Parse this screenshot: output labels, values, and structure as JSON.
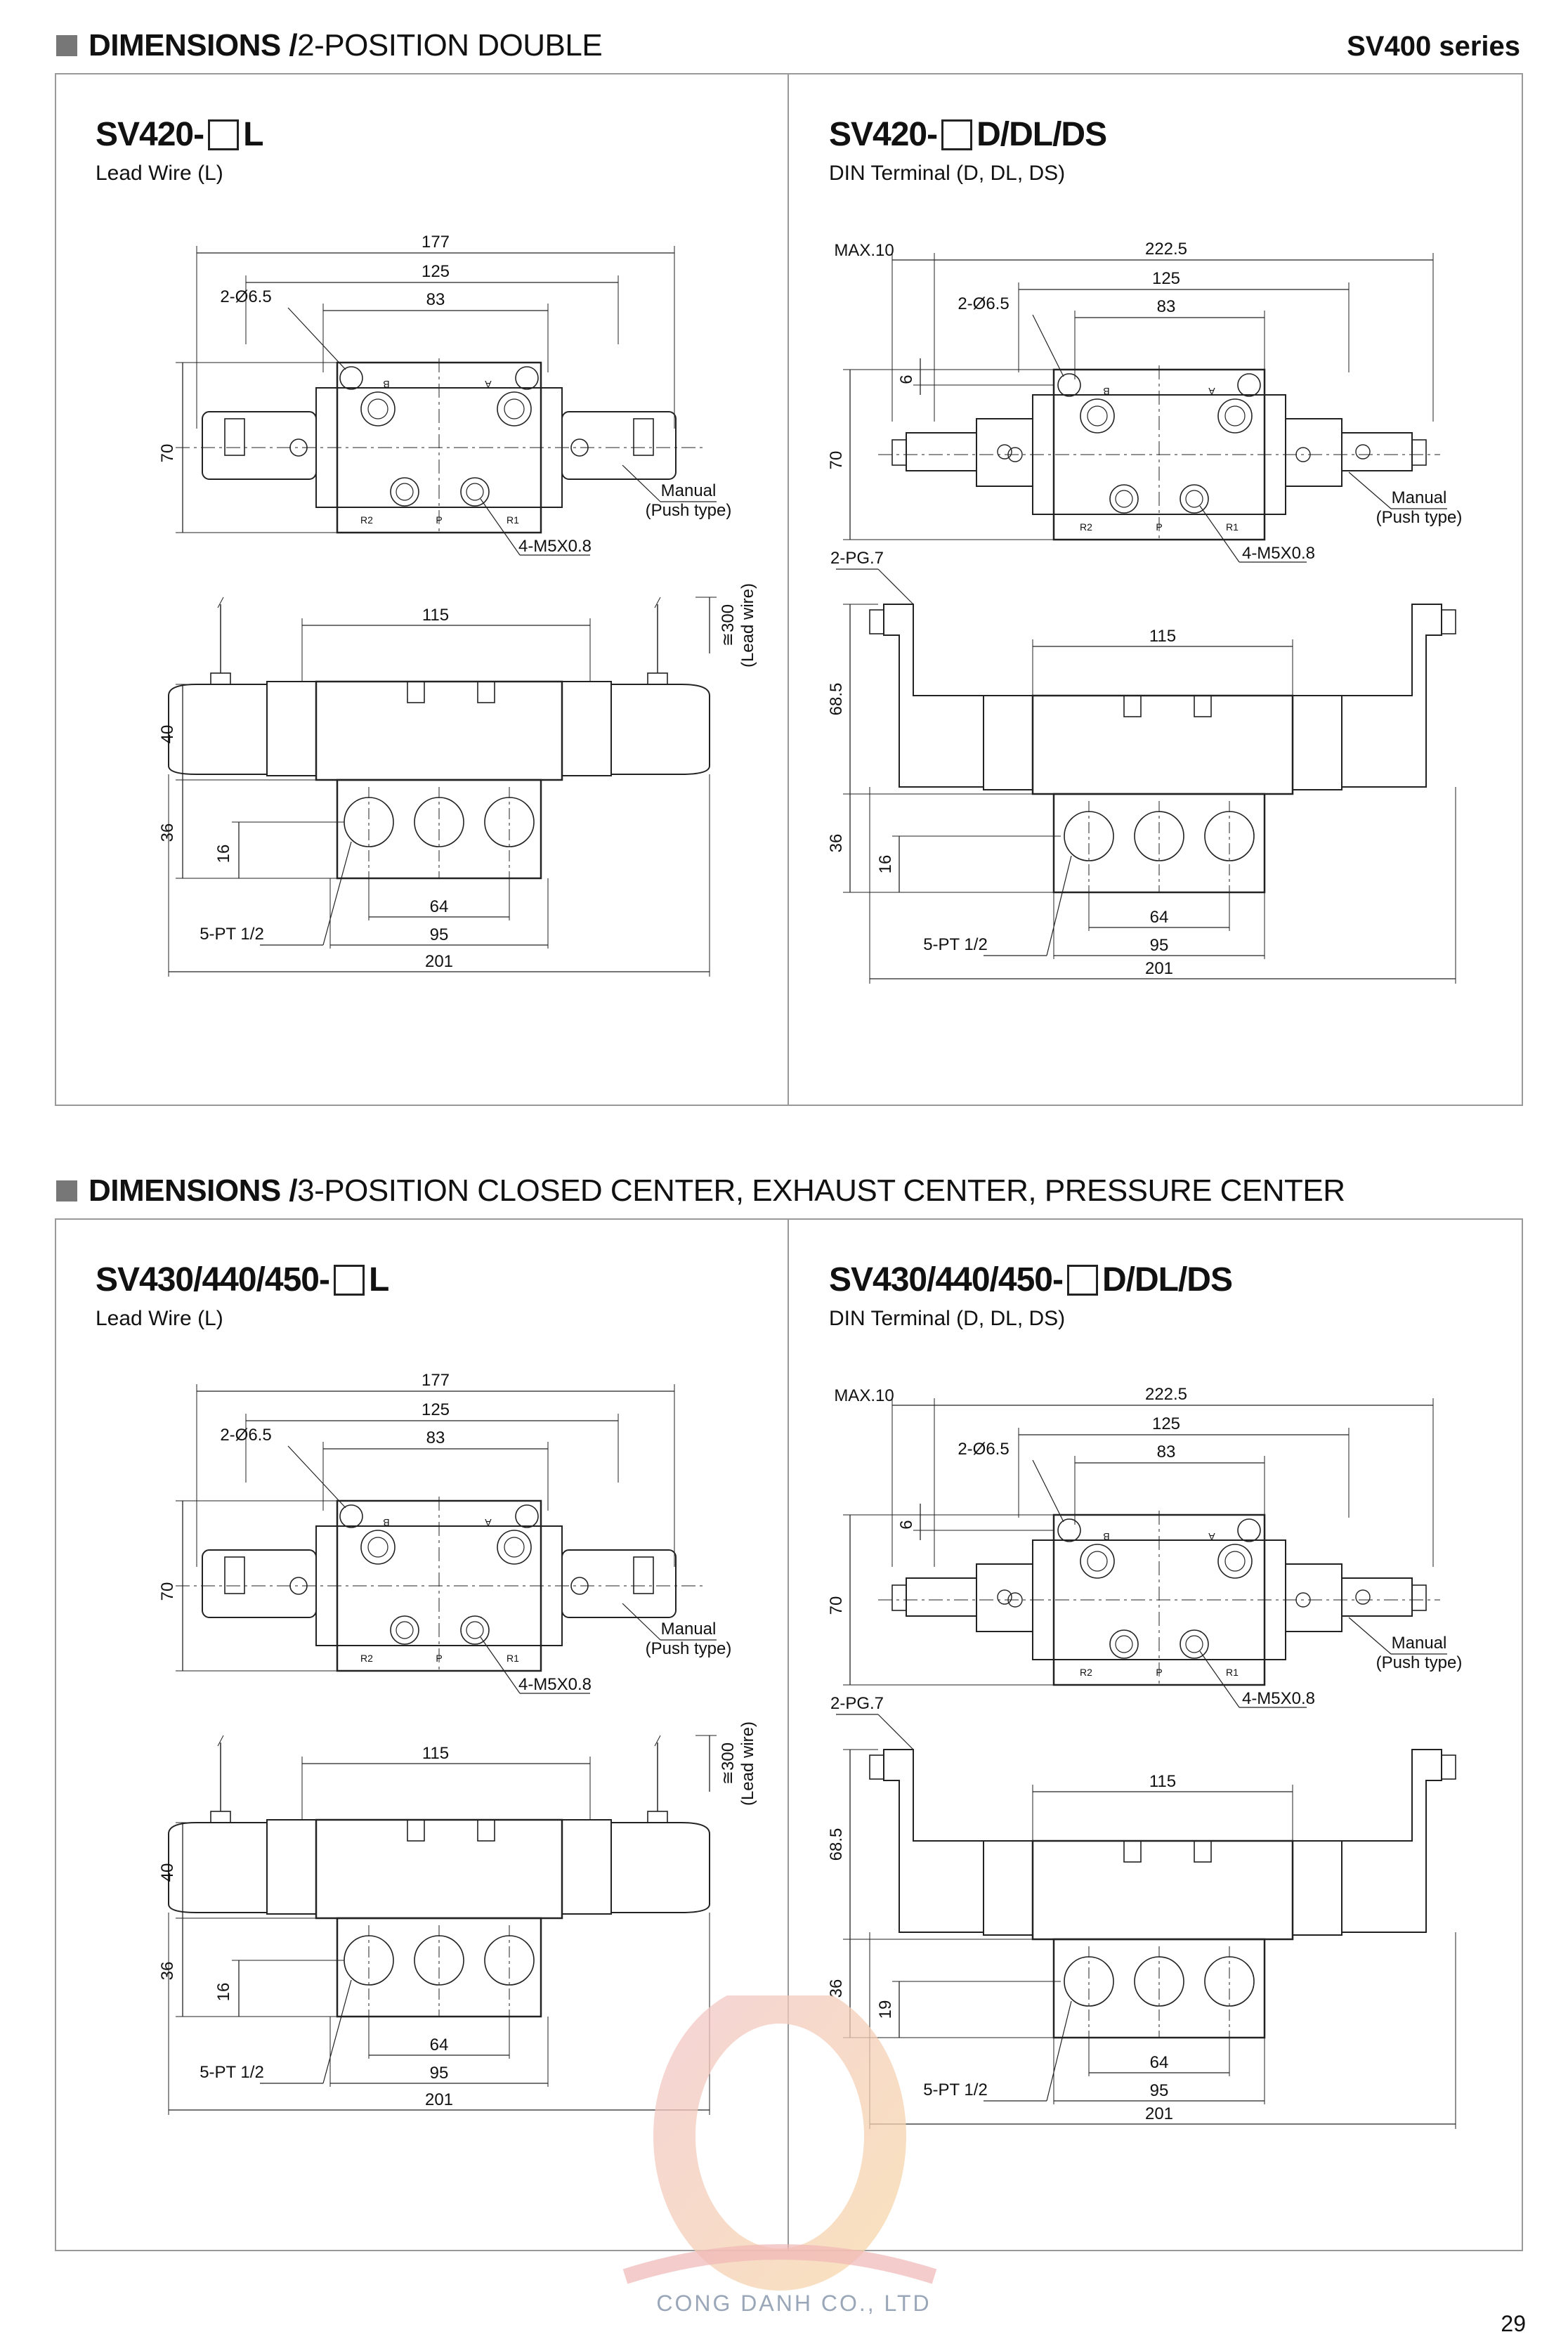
{
  "header": {
    "section1_bold": "DIMENSIONS /",
    "section1_rest": "2-POSITION DOUBLE",
    "series": "SV400 series"
  },
  "section2": {
    "bold": "DIMENSIONS /",
    "rest": "3-POSITION CLOSED CENTER, EXHAUST CENTER, PRESSURE CENTER"
  },
  "panels": {
    "p1": {
      "model_prefix": "SV420-",
      "model_suffix": "L",
      "subtitle": "Lead Wire (L)"
    },
    "p2": {
      "model_prefix": "SV420-",
      "model_suffix": "D/DL/DS",
      "subtitle": "DIN Terminal (D, DL, DS)"
    },
    "p3": {
      "model_prefix": "SV430/440/450-",
      "model_suffix": "L",
      "subtitle": "Lead Wire (L)"
    },
    "p4": {
      "model_prefix": "SV430/440/450-",
      "model_suffix": "D/DL/DS",
      "subtitle": "DIN Terminal (D, DL, DS)"
    }
  },
  "dims_lead": {
    "overall_top": "177",
    "mount": "125",
    "inner": "83",
    "holes": "2-Ø6.5",
    "height": "70",
    "manual": "Manual",
    "manual2": "(Push type)",
    "thread": "4-M5X0.8",
    "port_b": "B",
    "port_a": "A",
    "port_r2": "R2",
    "port_p": "P",
    "port_r1": "R1",
    "side_115": "115",
    "wire": "≅300",
    "wire2": "(Lead wire)",
    "h40": "40",
    "h36": "36",
    "h16": "16",
    "ports": "5-PT 1/2",
    "d64": "64",
    "d95": "95",
    "d201": "201"
  },
  "dims_din": {
    "max": "MAX.10",
    "overall_top": "222.5",
    "mount": "125",
    "inner": "83",
    "holes": "2-Ø6.5",
    "six": "6",
    "height": "70",
    "manual": "Manual",
    "manual2": "(Push type)",
    "thread": "4-M5X0.8",
    "port_b": "B",
    "port_a": "A",
    "port_r2": "R2",
    "port_p": "P",
    "port_r1": "R1",
    "pg": "2-PG.7",
    "side_115": "115",
    "h685": "68.5",
    "h36": "36",
    "h16": "16",
    "h19": "19",
    "ports": "5-PT 1/2",
    "d64": "64",
    "d95": "95",
    "d201": "201"
  },
  "footer": {
    "page": "29",
    "company": "CONG DANH CO., LTD"
  }
}
